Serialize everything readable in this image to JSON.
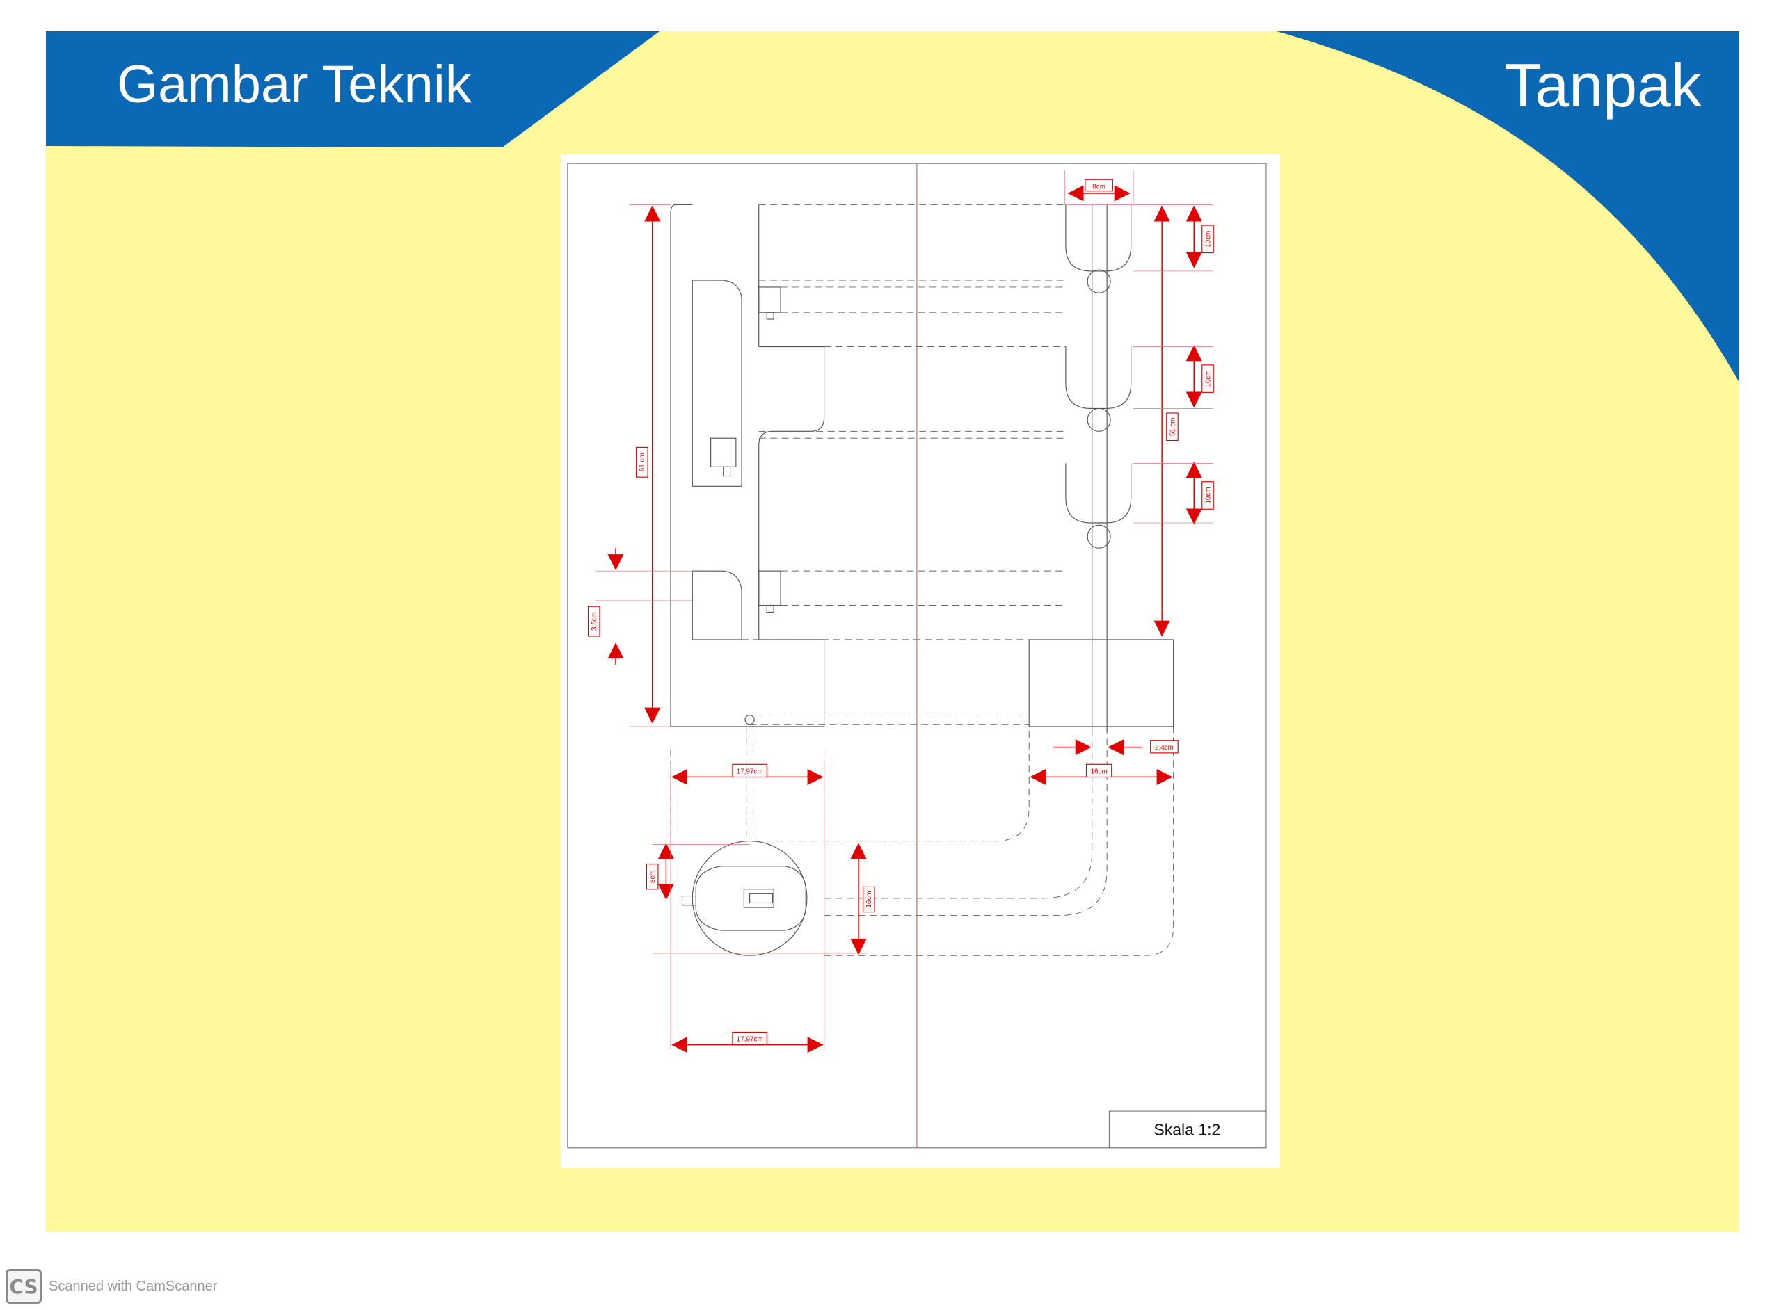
{
  "slide": {
    "title_left": "Gambar Teknik",
    "title_right": "Tanpak",
    "colors": {
      "background": "#fff99d",
      "banner": "#0a68b4",
      "dimension": "#e00000",
      "line": "#555555"
    }
  },
  "drawing": {
    "scale_label": "Skala 1:2",
    "dimensions": {
      "top_width": "8cm",
      "segment_1": "10cm",
      "segment_2": "10cm",
      "segment_3": "10cm",
      "total_right": "51 cm",
      "total_left": "61 cm",
      "small_height": "3,5cm",
      "pipe": "2,4cm",
      "bottom_width_right": "16cm",
      "width_mid": "17,97cm",
      "circle_small": "8cm",
      "circle_height": "16cm",
      "width_bottom": "17,97cm"
    }
  },
  "footer": {
    "logo": "CS",
    "text": "Scanned with CamScanner"
  }
}
